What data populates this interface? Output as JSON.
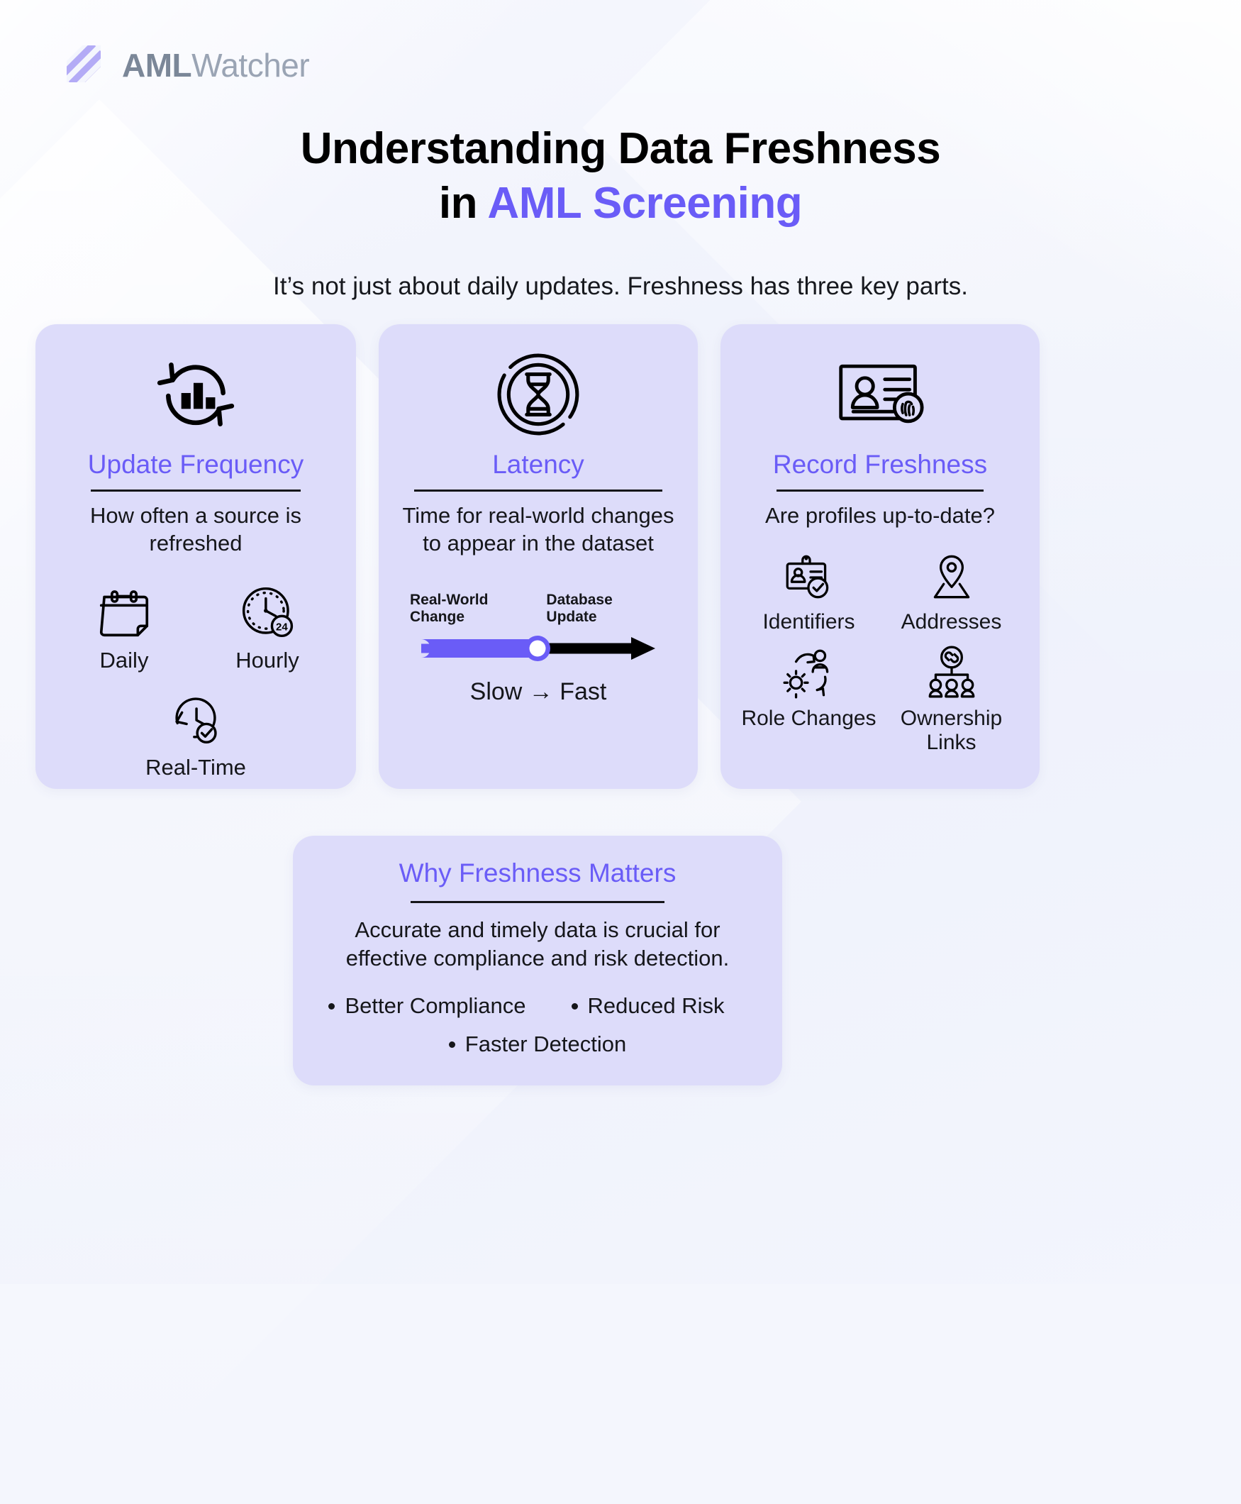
{
  "brand": {
    "name_bold": "AML",
    "name_light": "Watcher",
    "logo_icon": "aml-watcher-logo-mark",
    "accent_color": "#6a5cf7",
    "card_bg_color": "#dddcfa",
    "page_bg_color": "#f4f6fd"
  },
  "header": {
    "title_line1": "Understanding Data Freshness",
    "title_line2_plain": "in ",
    "title_line2_accent": "AML Screening",
    "subtitle": "It’s not just about daily updates. Freshness has three key parts."
  },
  "cards": [
    {
      "icon": "refresh-bar-chart-icon",
      "title": "Update Frequency",
      "description": "How often a source is refreshed",
      "items": [
        {
          "label": "Daily",
          "icon": "calendar-icon"
        },
        {
          "label": "Hourly",
          "icon": "clock-24-icon"
        },
        {
          "label": "Real-Time",
          "icon": "clock-check-icon"
        }
      ]
    },
    {
      "icon": "hourglass-circle-icon",
      "title": "Latency",
      "description": "Time for real-world changes to appear in the dataset",
      "slider": {
        "left_label": "Real-World Change",
        "right_label": "Database Update",
        "caption": "Slow → Fast",
        "fill_color": "#6a5cf7",
        "arrow_color": "#000000",
        "knob_color": "#ffffff",
        "knob_position_percent": 48
      }
    },
    {
      "icon": "id-card-fingerprint-icon",
      "title": "Record Freshness",
      "description": "Are profiles up-to-date?",
      "items": [
        {
          "label": "Identifiers",
          "icon": "id-badge-check-icon"
        },
        {
          "label": "Addresses",
          "icon": "map-pin-icon"
        },
        {
          "label": "Role Changes",
          "icon": "gear-person-arrows-icon"
        },
        {
          "label": "Ownership Links",
          "icon": "link-network-icon"
        }
      ]
    }
  ],
  "bottom_card": {
    "title": "Why Freshness Matters",
    "description": "Accurate and timely data is crucial for effective compliance and risk detection.",
    "benefits": [
      "Better Compliance",
      "Reduced Risk",
      "Faster Detection"
    ]
  }
}
